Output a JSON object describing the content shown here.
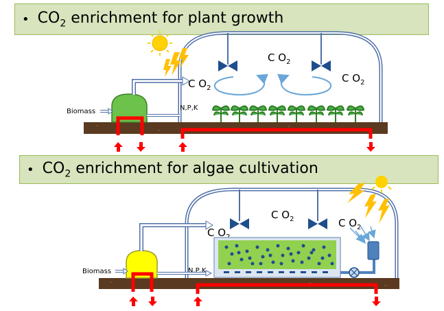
{
  "top": {
    "title_prefix": "CO",
    "title_sub": "2",
    "title_suffix": " enrichment for plant growth",
    "co2_labels": [
      "CO2",
      "CO2",
      "CO2"
    ],
    "nutrients": "N,P,K",
    "biomass": "Biomass"
  },
  "bottom": {
    "title_prefix": "CO",
    "title_sub": "2",
    "title_suffix": " enrichment for algae cultivation",
    "co2_labels": [
      "CO2",
      "CO2",
      "CO2"
    ],
    "nutrients": "N,P,K",
    "biomass": "Biomass"
  },
  "colors": {
    "banner_fill": "#d7e4bd",
    "greenhouse_outline": "#4f6fa8",
    "heat_pipe": "#ff0000",
    "soil": "#5a3a20",
    "digester_top": "#6cc24a",
    "digester_bottom": "#ffff00",
    "algae_water": "#92d050",
    "sun": "#ffd200",
    "pump": "#4f81bd"
  }
}
